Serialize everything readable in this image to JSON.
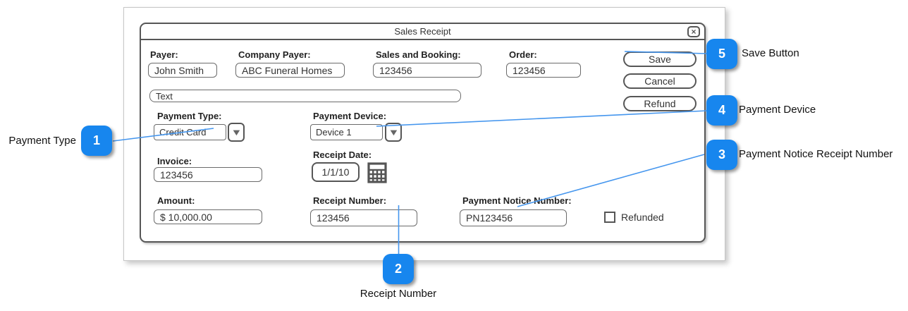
{
  "dialog": {
    "title": "Sales Receipt",
    "fields": {
      "payer": {
        "label": "Payer:",
        "value": "John Smith"
      },
      "company_payer": {
        "label": "Company Payer:",
        "value": "ABC Funeral Homes"
      },
      "sales_and_booking": {
        "label": "Sales and Booking:",
        "value": "123456"
      },
      "order": {
        "label": "Order:",
        "value": "123456"
      },
      "text": {
        "value": "Text"
      },
      "payment_type": {
        "label": "Payment Type:",
        "value": "Credit Card"
      },
      "payment_device": {
        "label": "Payment Device:",
        "value": "Device 1"
      },
      "invoice": {
        "label": "Invoice:",
        "value": "123456"
      },
      "receipt_date": {
        "label": "Receipt Date:",
        "value": "1/1/10"
      },
      "amount": {
        "label": "Amount:",
        "value": "$ 10,000.00"
      },
      "receipt_number": {
        "label": "Receipt Number:",
        "value": "123456"
      },
      "payment_notice_number": {
        "label": "Payment Notice Number:",
        "value": "PN123456"
      },
      "refunded": {
        "label": "Refunded",
        "checked": false
      }
    },
    "buttons": {
      "save": "Save",
      "cancel": "Cancel",
      "refund": "Refund"
    }
  },
  "callouts": [
    {
      "number": "1",
      "label": "Payment Type"
    },
    {
      "number": "2",
      "label": "Receipt Number"
    },
    {
      "number": "3",
      "label": "Payment Notice Receipt Number"
    },
    {
      "number": "4",
      "label": "Payment Device"
    },
    {
      "number": "5",
      "label": "Save Button"
    }
  ],
  "icons": {
    "close": "×",
    "dropdown": "▼"
  },
  "colors": {
    "callout_blue": "#1786ee",
    "line_blue": "#4596ee",
    "border_gray": "#565656"
  }
}
